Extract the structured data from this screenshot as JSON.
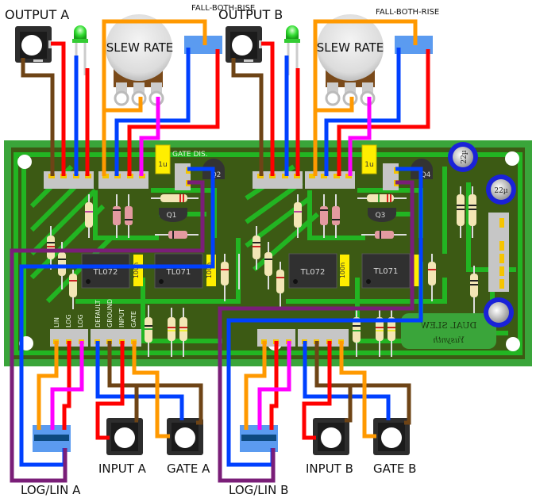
{
  "title": "Dual Slew wiring diagram",
  "colors": {
    "pcb_green": "#3aa53a",
    "pcb_trace": "#22b522",
    "pcb_dark": "#3c5a14",
    "wire_red": "#ff0000",
    "wire_blue": "#0040ff",
    "wire_orange": "#ff9900",
    "wire_brown": "#6e4416",
    "wire_magenta": "#ff00ff",
    "wire_purple": "#7a1e78",
    "switch_blue": "#5b9bf0",
    "cap_blue": "#1a22d8",
    "cap_yellow": "#ffee00"
  },
  "channels": [
    {
      "output_label": "OUTPUT A",
      "pot_label": "SLEW RATE",
      "switch_label": "FALL-BOTH-RISE",
      "input_label": "INPUT A",
      "gate_label": "GATE A",
      "loglin_label": "LOG/LIN A",
      "ic1": "TL072",
      "ic2": "TL071",
      "cap1": "1u",
      "cap2": "100n",
      "cap3": "100n",
      "transistors": [
        "Q1",
        "Q2"
      ]
    },
    {
      "output_label": "OUTPUT B",
      "pot_label": "SLEW RATE",
      "switch_label": "FALL-BOTH-RISE",
      "input_label": "INPUT B",
      "gate_label": "GATE B",
      "loglin_label": "LOG/LIN B",
      "ic1": "TL072",
      "ic2": "TL071",
      "cap1": "1u",
      "cap2": "100n",
      "cap3": "100n",
      "transistors": [
        "Q3",
        "Q4"
      ]
    }
  ],
  "pcb": {
    "gate_dis_label": "GATE DIS.",
    "header_labels": [
      "LIN",
      "LOG",
      "LOG",
      "DEFAULT",
      "GROUND",
      "INPUT",
      "GATE"
    ],
    "board_name": "DUAL SLEW",
    "brand": "Yusynth",
    "power_caps": [
      "22µ",
      "22µ"
    ]
  }
}
